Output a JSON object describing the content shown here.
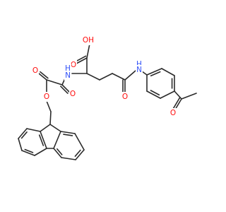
{
  "molecule": {
    "atom_labels": {
      "acid_oh": "OH",
      "acid_o": "O",
      "alpha_nh": "H",
      "alpha_n": "N",
      "amide_nh": "H",
      "amide_n": "N",
      "amide_o": "O",
      "oxalyl_o1": "O",
      "oxalyl_o2": "O",
      "ester_o": "O",
      "acetyl_o": "O"
    },
    "colors": {
      "oxygen": "#ff0d0d",
      "nitrogen": "#3050f8",
      "bond": "#2b2b2b"
    }
  }
}
